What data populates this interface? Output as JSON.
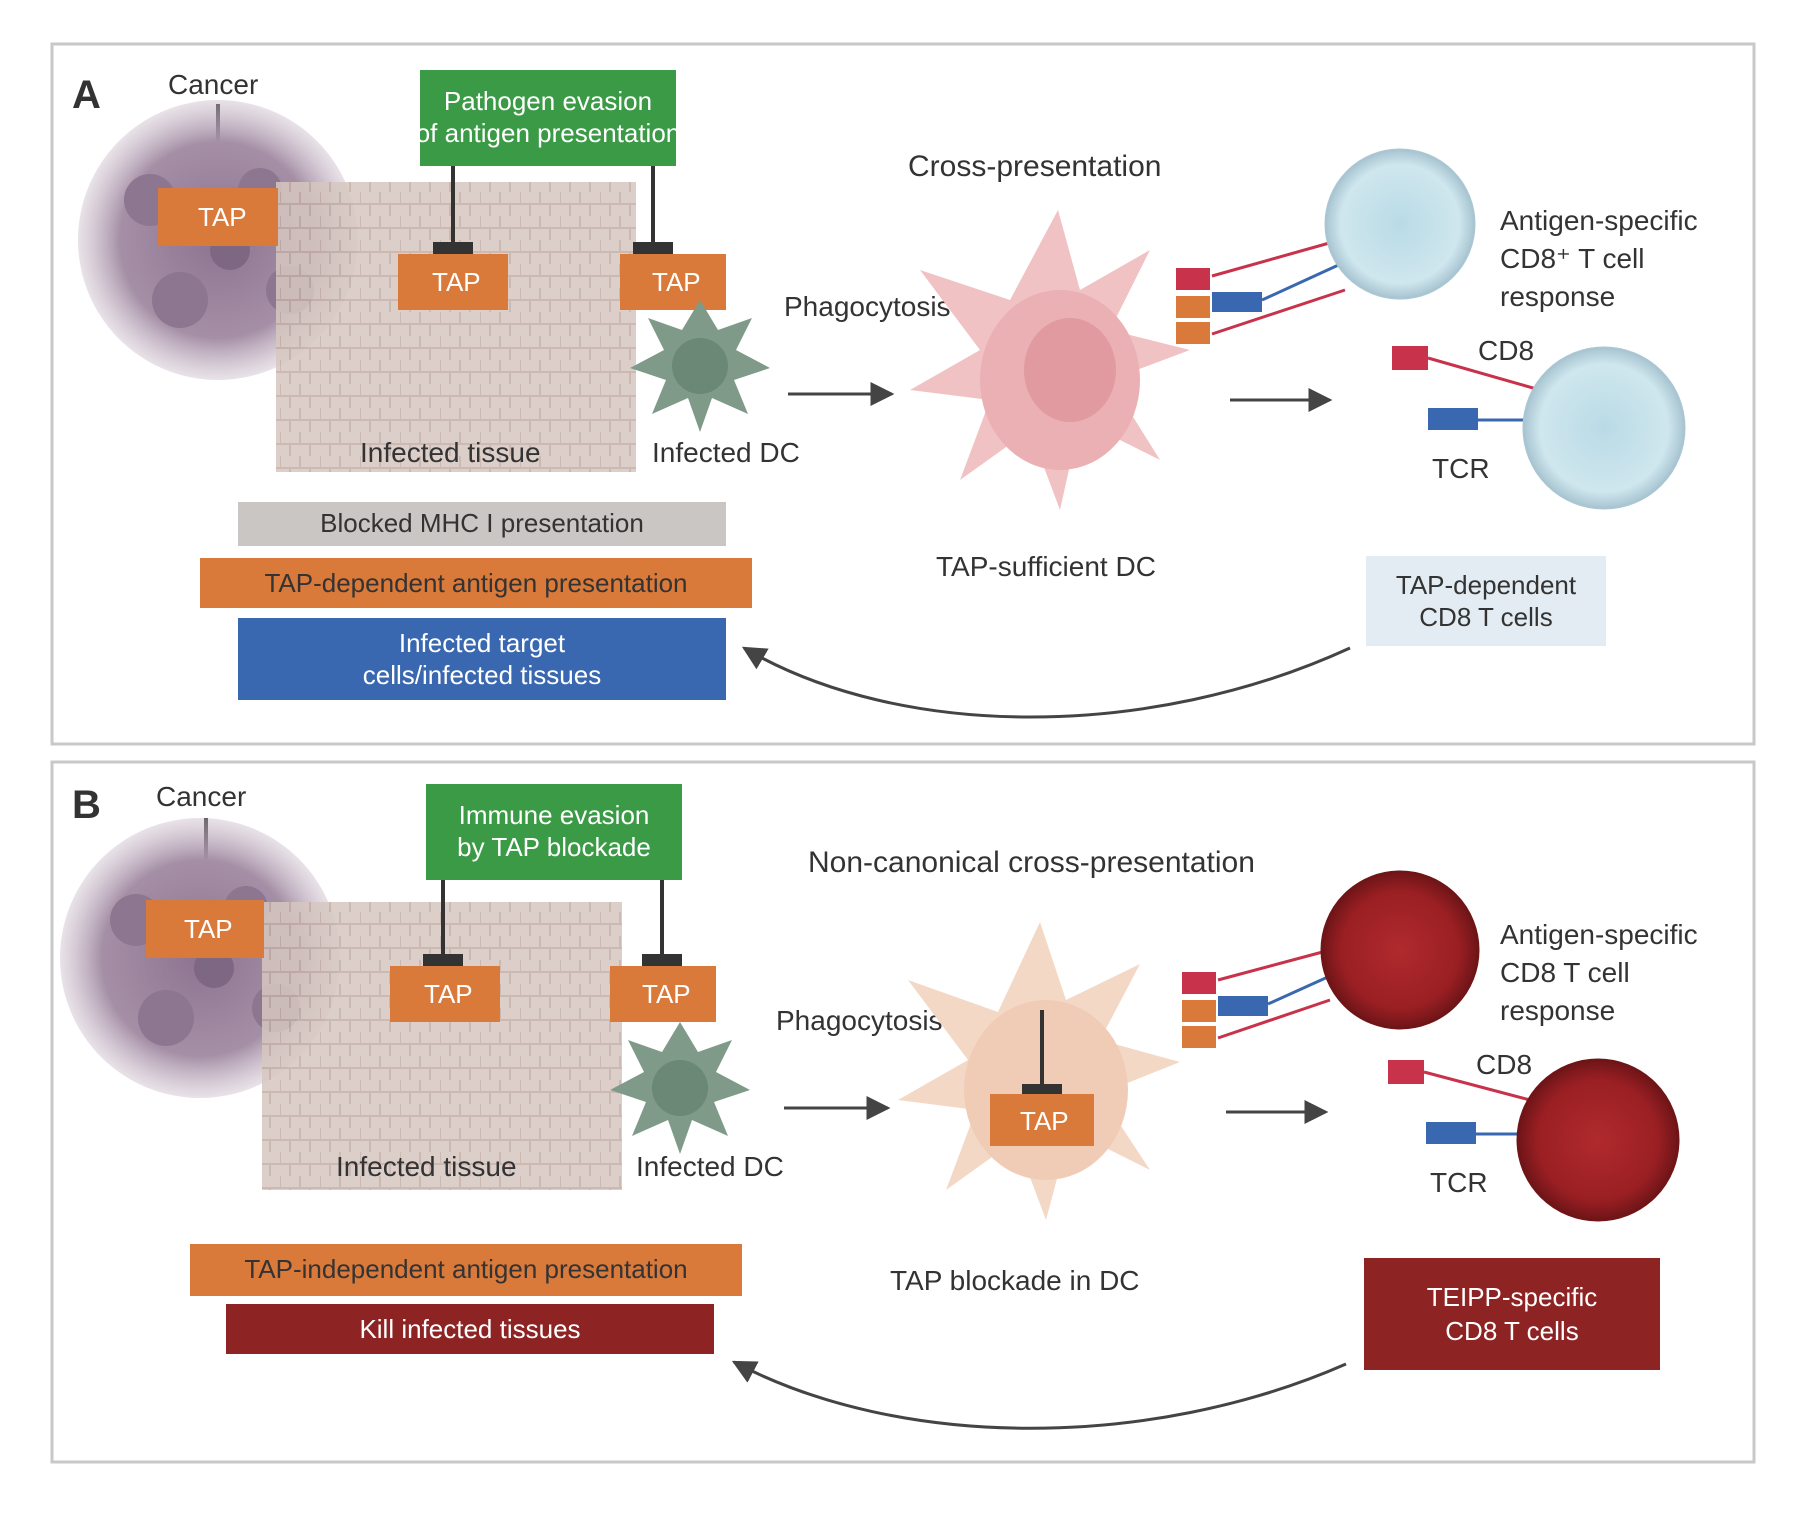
{
  "panels": {
    "A": {
      "letter": "A",
      "drug_label": "Cancer",
      "green_box_lines": [
        "Pathogen evasion",
        "of antigen presentation"
      ],
      "tap_labels": [
        "TAP",
        "TAP",
        "TAP"
      ],
      "infected_tissue": "Infected tissue",
      "infected_dc": "Infected DC",
      "process_title": "Cross-presentation",
      "phagocytosis": "Phagocytosis",
      "dc_label": "TAP-sufficient DC",
      "tcell_lines": [
        "Antigen-specific",
        "CD8⁺ T cell",
        "response"
      ],
      "cd8": "CD8",
      "tcr": "TCR",
      "summary_grey": "Blocked MHC I presentation",
      "summary_orange": "TAP-dependent antigen presentation",
      "summary_blue_lines": [
        "Infected target",
        "cells/infected tissues"
      ],
      "tcell_box_lines": [
        "TAP-dependent",
        "CD8 T cells"
      ]
    },
    "B": {
      "letter": "B",
      "drug_label": "Cancer",
      "green_box_lines": [
        "Immune evasion",
        "by TAP blockade"
      ],
      "tap_labels": [
        "TAP",
        "TAP",
        "TAP"
      ],
      "infected_tissue": "Infected tissue",
      "infected_dc": "Infected DC",
      "process_title": "Non-canonical cross-presentation",
      "phagocytosis": "Phagocytosis",
      "dc_tap": "TAP",
      "dc_label": "TAP blockade in DC",
      "tcell_lines": [
        "Antigen-specific",
        "CD8 T cell",
        "response"
      ],
      "cd8": "CD8",
      "tcr": "TCR",
      "summary_orange": "TAP-independent antigen presentation",
      "summary_red": "Kill infected tissues",
      "tcell_box_lines": [
        "TEIPP-specific",
        "CD8 T cells"
      ]
    }
  },
  "colors": {
    "green": "#3b9a46",
    "orange": "#d9793a",
    "grey": "#c9c6c3",
    "blue": "#3a68b0",
    "dark_red": "#8e2324",
    "light_blue_cell": "#cfe6ee",
    "red_cell": "#a82226",
    "tissue": "#d8c8c2",
    "cancer": "#a08aa0",
    "dc_green": "#7f9a88"
  }
}
